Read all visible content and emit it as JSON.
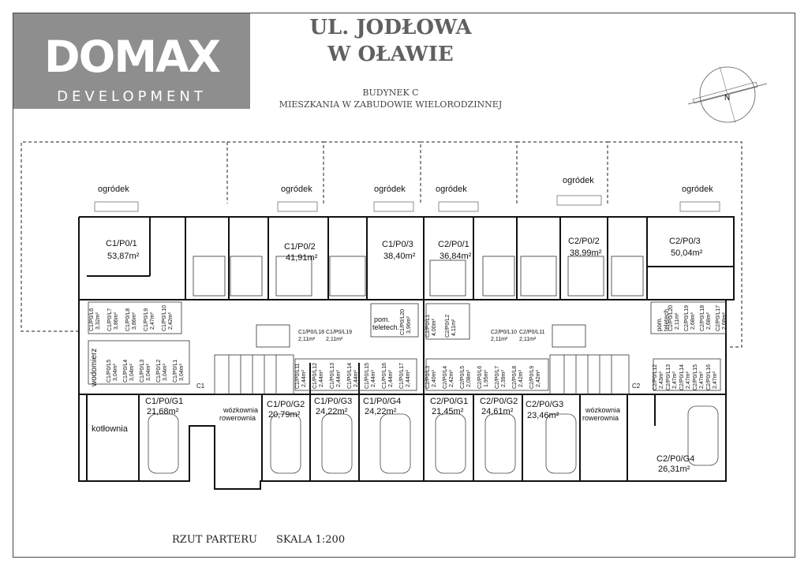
{
  "logo": {
    "brand": "DOMAX",
    "sub": "DEVELOPMENT"
  },
  "header": {
    "title_line1": "UL. JODŁOWA",
    "title_line2": "W  OŁAWIE",
    "building": "BUDYNEK C",
    "description": "MIESZKANIA W ZABUDOWIE WIELORODZINNEJ"
  },
  "compass": {
    "label": "N"
  },
  "gardens": [
    {
      "label": "ogródek"
    },
    {
      "label": "ogródek"
    },
    {
      "label": "ogródek"
    },
    {
      "label": "ogródek"
    },
    {
      "label": "ogródek"
    },
    {
      "label": "ogródek"
    }
  ],
  "apartments": [
    {
      "id": "C1/P0/1",
      "area": "53,87m²"
    },
    {
      "id": "C1/P0/2",
      "area": "41,91m²"
    },
    {
      "id": "C1/P0/3",
      "area": "38,40m²"
    },
    {
      "id": "C2/P0/1",
      "area": "36,84m²"
    },
    {
      "id": "C2/P0/2",
      "area": "38,99m²"
    },
    {
      "id": "C2/P0/3",
      "area": "50,04m²"
    }
  ],
  "garages": [
    {
      "id": "C1/P0/G1",
      "area": "21,68m²"
    },
    {
      "id": "C1/P0/G2",
      "area": "20,79m²"
    },
    {
      "id": "C1/P0/G3",
      "area": "24,22m²"
    },
    {
      "id": "C1/P0/G4",
      "area": "24,22m²"
    },
    {
      "id": "C2/P0/G1",
      "area": "21,45m²"
    },
    {
      "id": "C2/P0/G2",
      "area": "24,61m²"
    },
    {
      "id": "C2/P0/G3",
      "area": "23,46m²"
    },
    {
      "id": "C2/P0/G4",
      "area": "26,31m²"
    }
  ],
  "rooms": {
    "boiler": "kotłownia",
    "water_meter": "wodomierz",
    "bike_room_1": "wózkownia\nrowerownia",
    "bike_room_2": "wózkownia\nrowerownia",
    "telecom_1": "pom.\nteletech.",
    "telecom_2": "pom.\nteletech.",
    "stair_c1": "C1",
    "stair_c2": "C2"
  },
  "storage_c1_upper": [
    {
      "id": "C1/P0/L6",
      "area": "3,32m²"
    },
    {
      "id": "C1/P0/L7",
      "area": "3,86m²"
    },
    {
      "id": "C1/P0/L8",
      "area": "3,86m²"
    },
    {
      "id": "C1/P0/L9",
      "area": "2,47m²"
    },
    {
      "id": "C1/P0/L10",
      "area": "2,42m²"
    }
  ],
  "storage_c1_lower": [
    {
      "id": "C1/P0/L5",
      "area": "3,04m²"
    },
    {
      "id": "C1/P0/L4",
      "area": "3,04m²"
    },
    {
      "id": "C1/P0/L3",
      "area": "3,04m²"
    },
    {
      "id": "C1/P0/L2",
      "area": "3,04m²"
    },
    {
      "id": "C1/P0/L1",
      "area": "3,04m²"
    }
  ],
  "storage_c1_mid": [
    {
      "id": "C1/P0/L18",
      "area": "2,11m²"
    },
    {
      "id": "C1/P0/L19",
      "area": "2,11m²"
    },
    {
      "id": "C1/P0/L20",
      "area": "3,96m²"
    }
  ],
  "storage_c1_row": [
    {
      "id": "C1/P0/L11",
      "area": "2,44m²"
    },
    {
      "id": "C1/P0/L12",
      "area": "2,44m²"
    },
    {
      "id": "C1/P0/L13",
      "area": "2,44m²"
    },
    {
      "id": "C1/P0/L14",
      "area": "2,44m²"
    },
    {
      "id": "C1/P0/L15",
      "area": "2,44m²"
    },
    {
      "id": "C1/P0/L16",
      "area": "2,44m²"
    },
    {
      "id": "C1/P0/L17",
      "area": "2,44m²"
    }
  ],
  "storage_c2_upper": [
    {
      "id": "C2/P0/L1",
      "area": "4,00m²"
    },
    {
      "id": "C2/P0/L2",
      "area": "4,11m²"
    }
  ],
  "storage_c2_mid": [
    {
      "id": "C2/P0/L10",
      "area": "2,11m²"
    },
    {
      "id": "C2/P0/L11",
      "area": "2,11m²"
    }
  ],
  "storage_c2_row": [
    {
      "id": "C2/P0/L3",
      "area": "2,40m²"
    },
    {
      "id": "C2/P0/L4",
      "area": "2,42m²"
    },
    {
      "id": "C2/P0/L5",
      "area": "2,08m²"
    },
    {
      "id": "C2/P0/L6",
      "area": "1,95m²"
    },
    {
      "id": "C2/P0/L7",
      "area": "2,39m²"
    },
    {
      "id": "C2/P0/L8",
      "area": "2,42m²"
    },
    {
      "id": "C2/P0/L9",
      "area": "2,42m²"
    }
  ],
  "storage_c2_right_upper": [
    {
      "id": "C2/P0/L20",
      "area": "2,11m²"
    },
    {
      "id": "C2/P0/L19",
      "area": "2,68m²"
    },
    {
      "id": "C2/P0/L18",
      "area": "2,68m²"
    },
    {
      "id": "C2/P0/L17",
      "area": "2,68m²"
    }
  ],
  "storage_c2_right_lower": [
    {
      "id": "C2/P0/L12",
      "area": "2,43m²"
    },
    {
      "id": "C2/P0/L13",
      "area": "2,47m²"
    },
    {
      "id": "C2/P0/L14",
      "area": "2,47m²"
    },
    {
      "id": "C2/P0/L15",
      "area": "2,47m²"
    },
    {
      "id": "C2/P0/L16",
      "area": "2,47m²"
    }
  ],
  "footer": {
    "plan": "RZUT PARTERU",
    "scale": "SKALA 1:200"
  }
}
